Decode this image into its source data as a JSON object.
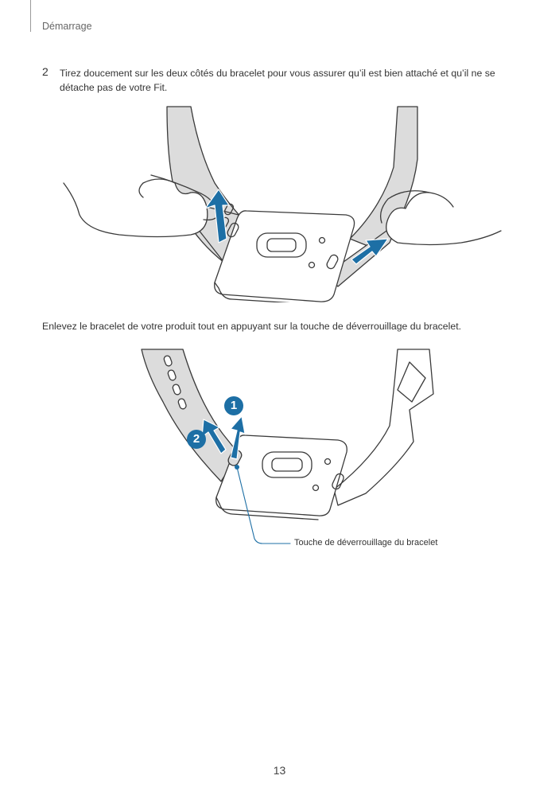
{
  "header": {
    "section": "Démarrage"
  },
  "step": {
    "number": "2",
    "text": "Tirez doucement sur les deux côtés du bracelet pour vous assurer qu’il est bien attaché et qu’il ne se détache pas de votre Fit."
  },
  "paragraph": "Enlevez le bracelet de votre produit tout en appuyant sur la touche de déverrouillage du bracelet.",
  "figure2": {
    "badge1": "1",
    "badge2": "2",
    "callout": "Touche de déverrouillage du bracelet"
  },
  "colors": {
    "accent": "#1d6fa5",
    "band": "#dcdcdc",
    "line": "#3a3a3a"
  },
  "footer": {
    "page_number": "13"
  }
}
